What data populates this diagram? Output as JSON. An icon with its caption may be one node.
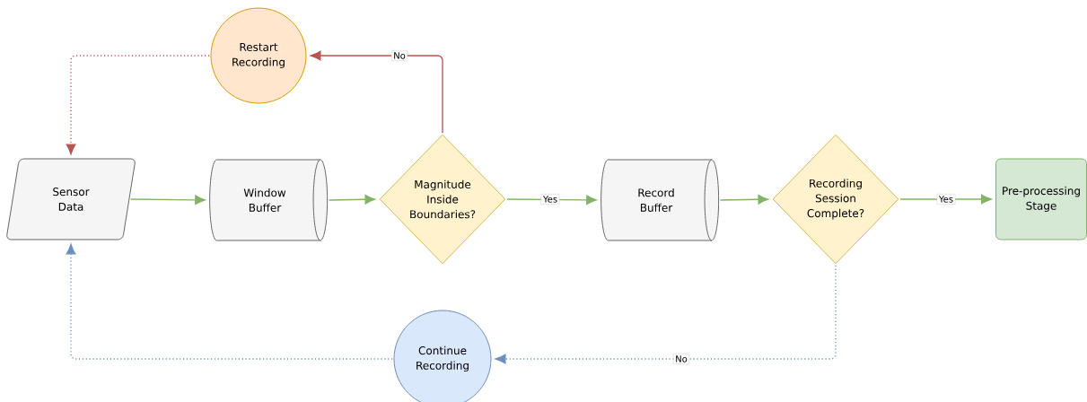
{
  "diagram": {
    "nodes": [
      {
        "text": [
          "Restart Recording"
        ]
      },
      {
        "text": [
          "Sensor Data"
        ]
      },
      {
        "text": [
          "Window Buffer"
        ]
      },
      {
        "text": [
          "Magnitude Inside Boundaries?"
        ]
      },
      {
        "text": [
          "Record Buffer"
        ]
      },
      {
        "text": [
          "Recording Session Complete?"
        ]
      },
      {
        "text": [
          "Pre-processing Stage"
        ]
      },
      {
        "text": [
          "Continue Recording"
        ]
      }
    ],
    "edges": [
      {
        "from": 1,
        "to": 2,
        "arrow": "to"
      },
      {
        "from": 2,
        "to": 3,
        "arrow": "to"
      },
      {
        "from": 3,
        "to": 4,
        "arrow": "to",
        "label": "Yes"
      },
      {
        "from": 4,
        "to": 5,
        "arrow": "to"
      },
      {
        "from": 5,
        "to": 6,
        "arrow": "to",
        "label": "Yes"
      },
      {
        "from": 3,
        "to": 0,
        "arrow": "to",
        "label": "No",
        "color": "#b85450"
      },
      {
        "from": 0,
        "to": 1,
        "arrow": "to",
        "style": "dashed",
        "color": "#b85450"
      },
      {
        "from": 5,
        "to": 7,
        "arrow": "to",
        "label": "No",
        "style": "dashed",
        "color": "#6c8ebf"
      },
      {
        "from": 7,
        "to": 1,
        "arrow": "to",
        "style": "dashed",
        "color": "#6c8ebf"
      }
    ]
  }
}
